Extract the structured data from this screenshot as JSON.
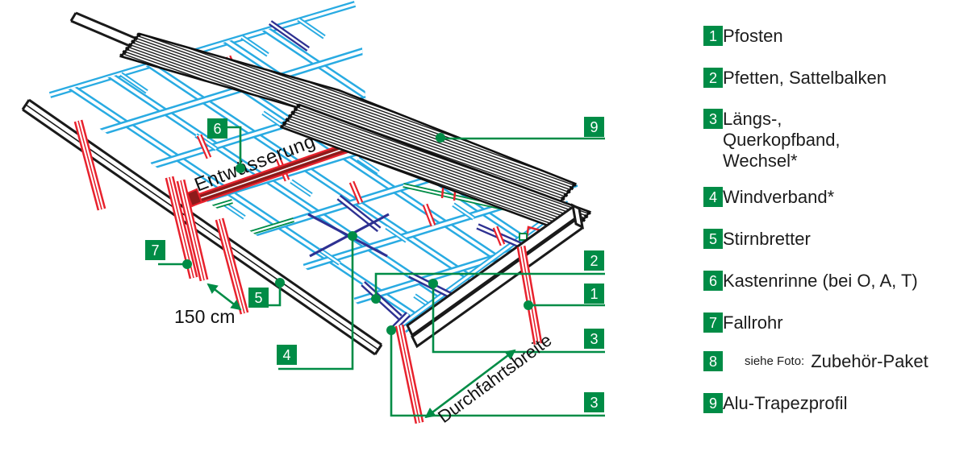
{
  "colors": {
    "accent_green": "#008C46",
    "frame_blue": "#29ABE2",
    "brace_navy": "#2E3192",
    "post_red": "#E8222D",
    "gutter_maroon": "#8E1B1B",
    "text": "#1c1c1c"
  },
  "diagram": {
    "texts": {
      "gutter_label": "Entwässerung",
      "post_spacing": "150 cm",
      "drive_width": "Durchfahrtsbreite"
    },
    "chips": [
      {
        "num": "6"
      },
      {
        "num": "7"
      },
      {
        "num": "5"
      },
      {
        "num": "4"
      },
      {
        "num": "2"
      },
      {
        "num": "1"
      },
      {
        "num": "3"
      },
      {
        "num": "3"
      },
      {
        "num": "9"
      }
    ]
  },
  "legend": {
    "items": [
      {
        "num": "1",
        "prefix": "",
        "label": "Pfosten"
      },
      {
        "num": "2",
        "prefix": "",
        "label": "Pfetten, Sattelbalken"
      },
      {
        "num": "3",
        "prefix": "",
        "label": "Längs-,\nQuerkopfband,\nWechsel*"
      },
      {
        "num": "4",
        "prefix": "",
        "label": "Windverband*"
      },
      {
        "num": "5",
        "prefix": "",
        "label": "Stirnbretter"
      },
      {
        "num": "6",
        "prefix": "",
        "label": "Kastenrinne (bei O, A, T)"
      },
      {
        "num": "7",
        "prefix": "",
        "label": "Fallrohr"
      },
      {
        "num": "8",
        "prefix": "siehe Foto:",
        "label": "Zubehör-Paket"
      },
      {
        "num": "9",
        "prefix": "",
        "label": "Alu-Trapezprofil"
      }
    ]
  }
}
